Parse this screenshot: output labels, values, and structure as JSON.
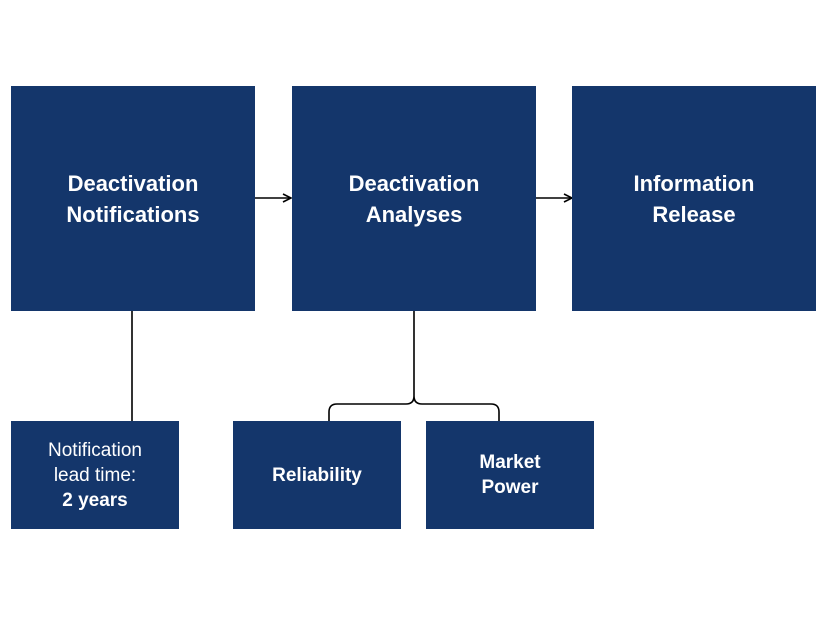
{
  "boxes": {
    "deactivation_notifications": {
      "line1": "Deactivation",
      "line2": "Notifications"
    },
    "deactivation_analyses": {
      "line1": "Deactivation",
      "line2": "Analyses"
    },
    "information_release": {
      "line1": "Information",
      "line2": "Release"
    },
    "notification_lead_time": {
      "line1": "Notification",
      "line2": "lead time:",
      "line3": "2 years"
    },
    "reliability": {
      "line1": "Reliability"
    },
    "market_power": {
      "line1": "Market",
      "line2": "Power"
    }
  },
  "colors": {
    "box_fill": "#14366b",
    "box_text": "#ffffff",
    "connector": "#000000"
  }
}
